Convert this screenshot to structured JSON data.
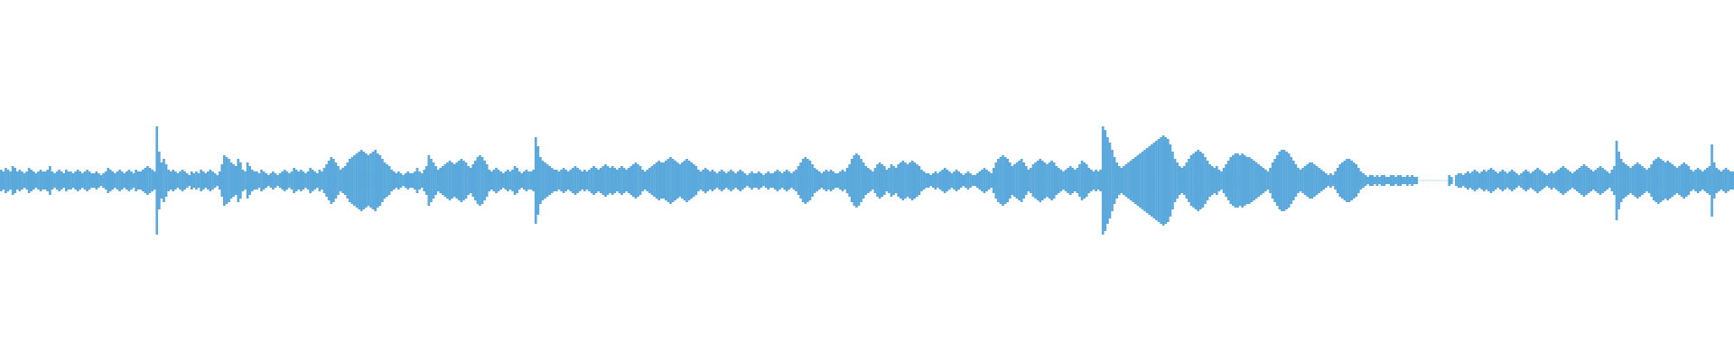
{
  "waveform": {
    "color": "#5aa8dc",
    "peaks": [
      0.06,
      0.05,
      0.07,
      0.06,
      0.05,
      0.08,
      0.07,
      0.05,
      0.06,
      0.05,
      0.04,
      0.05,
      0.07,
      0.06,
      0.05,
      0.04,
      0.05,
      0.06,
      0.05,
      0.05,
      0.06,
      0.08,
      0.05,
      0.04,
      0.05,
      0.06,
      0.05,
      0.04,
      0.06,
      0.05,
      0.05,
      0.04,
      0.05,
      0.06,
      0.05,
      0.04,
      0.05,
      0.06,
      0.05,
      0.04,
      0.04,
      0.05,
      0.04,
      0.03,
      0.04,
      0.05,
      0.07,
      0.06,
      0.05,
      0.04,
      0.05,
      0.06,
      0.05,
      0.04,
      0.05,
      0.06,
      0.05,
      0.04,
      0.06,
      0.05,
      0.05,
      0.06,
      0.07,
      0.08,
      0.07,
      0.06,
      0.05,
      0.3,
      0.16,
      0.1,
      0.12,
      0.09,
      0.06,
      0.05,
      0.06,
      0.05,
      0.04,
      0.05,
      0.06,
      0.05,
      0.04,
      0.03,
      0.05,
      0.04,
      0.05,
      0.04,
      0.06,
      0.05,
      0.04,
      0.05,
      0.06,
      0.05,
      0.04,
      0.03,
      0.05,
      0.09,
      0.14,
      0.13,
      0.12,
      0.1,
      0.09,
      0.08,
      0.12,
      0.1,
      0.06,
      0.05,
      0.1,
      0.08,
      0.06,
      0.05,
      0.05,
      0.04,
      0.06,
      0.05,
      0.04,
      0.03,
      0.04,
      0.05,
      0.04,
      0.03,
      0.04,
      0.05,
      0.06,
      0.05,
      0.04,
      0.05,
      0.07,
      0.06,
      0.05,
      0.06,
      0.05,
      0.04,
      0.05,
      0.07,
      0.06,
      0.05,
      0.04,
      0.06,
      0.05,
      0.07,
      0.09,
      0.11,
      0.13,
      0.12,
      0.1,
      0.08,
      0.06,
      0.07,
      0.08,
      0.1,
      0.12,
      0.13,
      0.14,
      0.15,
      0.16,
      0.17,
      0.16,
      0.15,
      0.14,
      0.15,
      0.16,
      0.17,
      0.15,
      0.14,
      0.12,
      0.1,
      0.09,
      0.08,
      0.06,
      0.05,
      0.04,
      0.05,
      0.04,
      0.03,
      0.04,
      0.05,
      0.04,
      0.04,
      0.05,
      0.07,
      0.05,
      0.04,
      0.06,
      0.08,
      0.14,
      0.12,
      0.1,
      0.08,
      0.06,
      0.07,
      0.08,
      0.09,
      0.1,
      0.11,
      0.1,
      0.09,
      0.1,
      0.11,
      0.12,
      0.11,
      0.1,
      0.08,
      0.07,
      0.09,
      0.11,
      0.13,
      0.14,
      0.13,
      0.11,
      0.09,
      0.06,
      0.05,
      0.06,
      0.07,
      0.06,
      0.05,
      0.04,
      0.05,
      0.06,
      0.05,
      0.06,
      0.08,
      0.07,
      0.05,
      0.04,
      0.05,
      0.06,
      0.05,
      0.05,
      0.06,
      0.24,
      0.19,
      0.13,
      0.11,
      0.1,
      0.09,
      0.08,
      0.07,
      0.06,
      0.06,
      0.05,
      0.06,
      0.07,
      0.06,
      0.05,
      0.06,
      0.07,
      0.08,
      0.07,
      0.06,
      0.05,
      0.06,
      0.05,
      0.06,
      0.07,
      0.08,
      0.07,
      0.06,
      0.07,
      0.08,
      0.09,
      0.08,
      0.07,
      0.08,
      0.07,
      0.06,
      0.07,
      0.08,
      0.07,
      0.06,
      0.07,
      0.08,
      0.09,
      0.1,
      0.09,
      0.08,
      0.06,
      0.05,
      0.06,
      0.07,
      0.08,
      0.09,
      0.1,
      0.11,
      0.1,
      0.1,
      0.11,
      0.12,
      0.13,
      0.12,
      0.11,
      0.1,
      0.09,
      0.1,
      0.11,
      0.12,
      0.11,
      0.1,
      0.09,
      0.08,
      0.06,
      0.05,
      0.06,
      0.07,
      0.06,
      0.05,
      0.06,
      0.05,
      0.04,
      0.05,
      0.06,
      0.05,
      0.04,
      0.05,
      0.06,
      0.05,
      0.04,
      0.05,
      0.06,
      0.05,
      0.04,
      0.03,
      0.04,
      0.05,
      0.04,
      0.04,
      0.05,
      0.04,
      0.03,
      0.04,
      0.05,
      0.04,
      0.04,
      0.05,
      0.06,
      0.05,
      0.04,
      0.05,
      0.06,
      0.05,
      0.04,
      0.05,
      0.06,
      0.08,
      0.1,
      0.12,
      0.13,
      0.12,
      0.11,
      0.09,
      0.07,
      0.06,
      0.05,
      0.04,
      0.05,
      0.06,
      0.05,
      0.06,
      0.05,
      0.04,
      0.04,
      0.05,
      0.06,
      0.05,
      0.07,
      0.09,
      0.12,
      0.14,
      0.15,
      0.14,
      0.12,
      0.1,
      0.08,
      0.07,
      0.06,
      0.05,
      0.07,
      0.09,
      0.1,
      0.09,
      0.08,
      0.06,
      0.07,
      0.09,
      0.08,
      0.07,
      0.09,
      0.1,
      0.11,
      0.1,
      0.09,
      0.1,
      0.11,
      0.1,
      0.09,
      0.08,
      0.06,
      0.05,
      0.04,
      0.04,
      0.03,
      0.04,
      0.05,
      0.04,
      0.05,
      0.06,
      0.07,
      0.06,
      0.05,
      0.04,
      0.05,
      0.06,
      0.05,
      0.04,
      0.03,
      0.04,
      0.05,
      0.04,
      0.03,
      0.03,
      0.04,
      0.05,
      0.06,
      0.07,
      0.06,
      0.05,
      0.04,
      0.07,
      0.1,
      0.12,
      0.13,
      0.14,
      0.13,
      0.12,
      0.1,
      0.08,
      0.09,
      0.1,
      0.11,
      0.12,
      0.1,
      0.08,
      0.06,
      0.07,
      0.09,
      0.1,
      0.11,
      0.12,
      0.11,
      0.1,
      0.09,
      0.1,
      0.11,
      0.1,
      0.08,
      0.07,
      0.06,
      0.05,
      0.06,
      0.07,
      0.08,
      0.07,
      0.06,
      0.07,
      0.09,
      0.11,
      0.1,
      0.09,
      0.07,
      0.06,
      0.05,
      0.06,
      0.05,
      0.06,
      0.3,
      0.28,
      0.24,
      0.21,
      0.17,
      0.13,
      0.1,
      0.08,
      0.07,
      0.08,
      0.09,
      0.1,
      0.11,
      0.12,
      0.13,
      0.14,
      0.15,
      0.16,
      0.17,
      0.18,
      0.19,
      0.2,
      0.21,
      0.22,
      0.23,
      0.24,
      0.25,
      0.24,
      0.23,
      0.2,
      0.16,
      0.12,
      0.1,
      0.08,
      0.07,
      0.08,
      0.1,
      0.12,
      0.14,
      0.15,
      0.16,
      0.17,
      0.16,
      0.15,
      0.13,
      0.11,
      0.09,
      0.08,
      0.07,
      0.08,
      0.06,
      0.05,
      0.07,
      0.09,
      0.11,
      0.13,
      0.14,
      0.15,
      0.15,
      0.14,
      0.15,
      0.14,
      0.13,
      0.13,
      0.12,
      0.11,
      0.1,
      0.09,
      0.08,
      0.07,
      0.06,
      0.05,
      0.07,
      0.1,
      0.12,
      0.14,
      0.16,
      0.17,
      0.17,
      0.16,
      0.15,
      0.13,
      0.11,
      0.09,
      0.07,
      0.06,
      0.07,
      0.08,
      0.09,
      0.1,
      0.1,
      0.09,
      0.08,
      0.07,
      0.06,
      0.05,
      0.04,
      0.03,
      0.04,
      0.03,
      0.05,
      0.07,
      0.09,
      0.1,
      0.11,
      0.12,
      0.12,
      0.11,
      0.1,
      0.09,
      0.07,
      0.05,
      0.04,
      0.03,
      0.02,
      0.03,
      0.03,
      0.02,
      0.03,
      0.02,
      0.03,
      0.03,
      0.02,
      0.02,
      0.03,
      0.03,
      0.02,
      0.03,
      0.03,
      0.02,
      0.02,
      0.03,
      0.02,
      0.03,
      0.02,
      0.02,
      0.0,
      0.0,
      0.0,
      0.0,
      0.0,
      0.0,
      0.0,
      0.0,
      0.0,
      0.0,
      0.0,
      0.0,
      0.0,
      0.03,
      0.02,
      0.0,
      0.03,
      0.04,
      0.04,
      0.03,
      0.04,
      0.05,
      0.04,
      0.05,
      0.06,
      0.05,
      0.04,
      0.05,
      0.06,
      0.05,
      0.06,
      0.07,
      0.06,
      0.05,
      0.04,
      0.05,
      0.06,
      0.05,
      0.04,
      0.05,
      0.06,
      0.05,
      0.04,
      0.03,
      0.04,
      0.05,
      0.06,
      0.05,
      0.04,
      0.05,
      0.06,
      0.07,
      0.06,
      0.05,
      0.04,
      0.03,
      0.04,
      0.05,
      0.04,
      0.05,
      0.06,
      0.07,
      0.08,
      0.07,
      0.06,
      0.05,
      0.04,
      0.05,
      0.06,
      0.07,
      0.08,
      0.09,
      0.08,
      0.07,
      0.06,
      0.05,
      0.06,
      0.07,
      0.08,
      0.07,
      0.06,
      0.05,
      0.04,
      0.06,
      0.08,
      0.22,
      0.16,
      0.12,
      0.1,
      0.09,
      0.08,
      0.07,
      0.08,
      0.09,
      0.1,
      0.09,
      0.08,
      0.07,
      0.06,
      0.07,
      0.09,
      0.11,
      0.12,
      0.13,
      0.12,
      0.11,
      0.1,
      0.11,
      0.1,
      0.09,
      0.08,
      0.07,
      0.08,
      0.09,
      0.1,
      0.09,
      0.08,
      0.06,
      0.05,
      0.06,
      0.07,
      0.06,
      0.05,
      0.06,
      0.07,
      0.08,
      0.2,
      0.1,
      0.07,
      0.06,
      0.05,
      0.06,
      0.07,
      0.06,
      0.05,
      0.05
    ]
  }
}
